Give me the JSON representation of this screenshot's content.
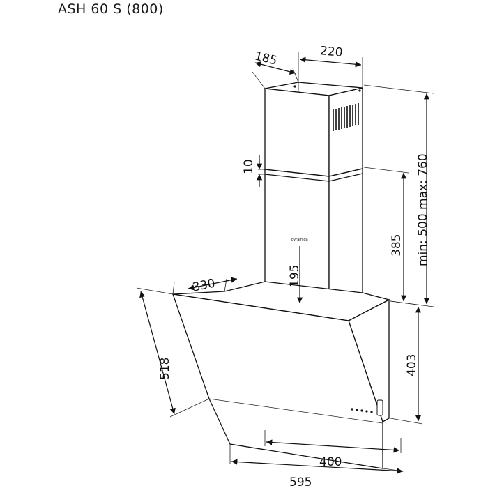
{
  "title": "ASH 60 S (800)",
  "brand_label": "pyramida",
  "dimensions": {
    "chimney_depth": "185",
    "chimney_width": "220",
    "overlap": "10",
    "height_range": "min: 500 max: 760",
    "upper_section": "385",
    "lower_section": "195",
    "glass_depth": "330",
    "glass_length": "518",
    "body_height": "403",
    "base_width": "400",
    "total_width": "595"
  }
}
